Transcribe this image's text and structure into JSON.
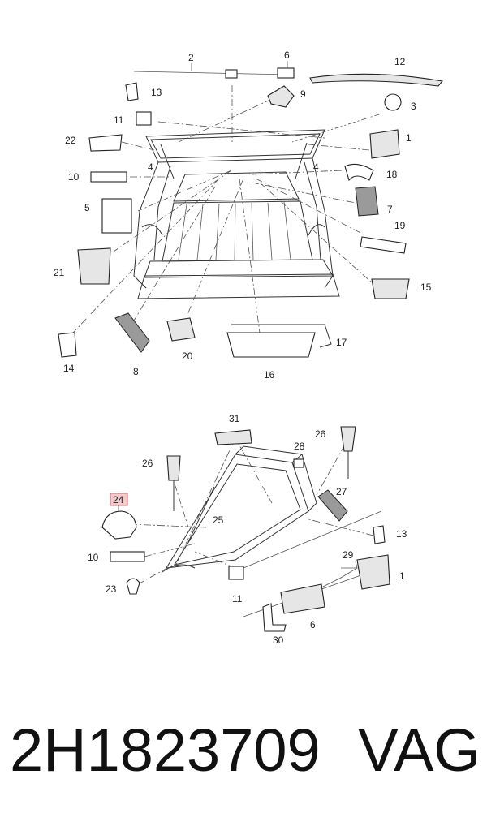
{
  "diagram": {
    "highlight_color": "#f3c9cc",
    "callouts_top": {
      "c1": "1",
      "c2": "2",
      "c3": "3",
      "c4a": "4",
      "c4b": "4",
      "c5": "5",
      "c6": "6",
      "c7": "7",
      "c8": "8",
      "c9": "9",
      "c10": "10",
      "c11": "11",
      "c12": "12",
      "c13": "13",
      "c14": "14",
      "c15": "15",
      "c16": "16",
      "c17": "17",
      "c18": "18",
      "c19": "19",
      "c20": "20",
      "c21": "21",
      "c22": "22"
    },
    "callouts_bottom": {
      "c31": "31",
      "c26a": "26",
      "c26b": "26",
      "c28": "28",
      "c24": "24",
      "c25": "25",
      "c27": "27",
      "c13": "13",
      "c10": "10",
      "c29": "29",
      "c1": "1",
      "c23": "23",
      "c11": "11",
      "c6": "6",
      "c30": "30"
    }
  },
  "caption": {
    "part_number": "2H1823709",
    "brand": "VAG"
  }
}
